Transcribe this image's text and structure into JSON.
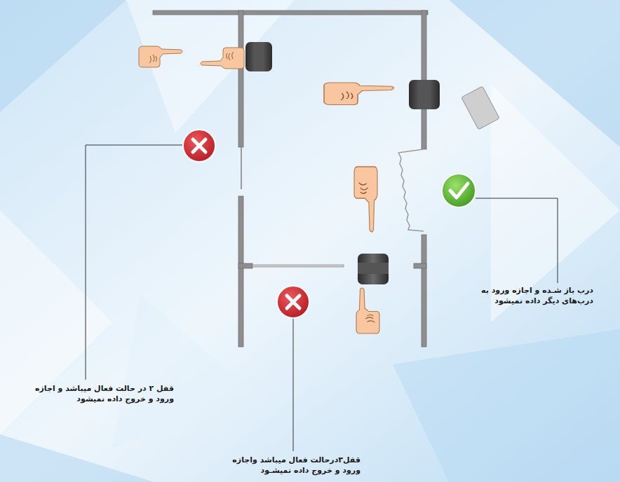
{
  "diagram": {
    "labels": [
      "درب باز شـده و اجازه ورود به درب‌های دیگر داده نمیشود",
      "قفل ۲ در حالت فعال میباشد و اجازه ورود و خروج داده نمیشود",
      "قفل۳درحالت فعال میباشد واجازه ورود و خروج داده نمیشـود"
    ]
  }
}
